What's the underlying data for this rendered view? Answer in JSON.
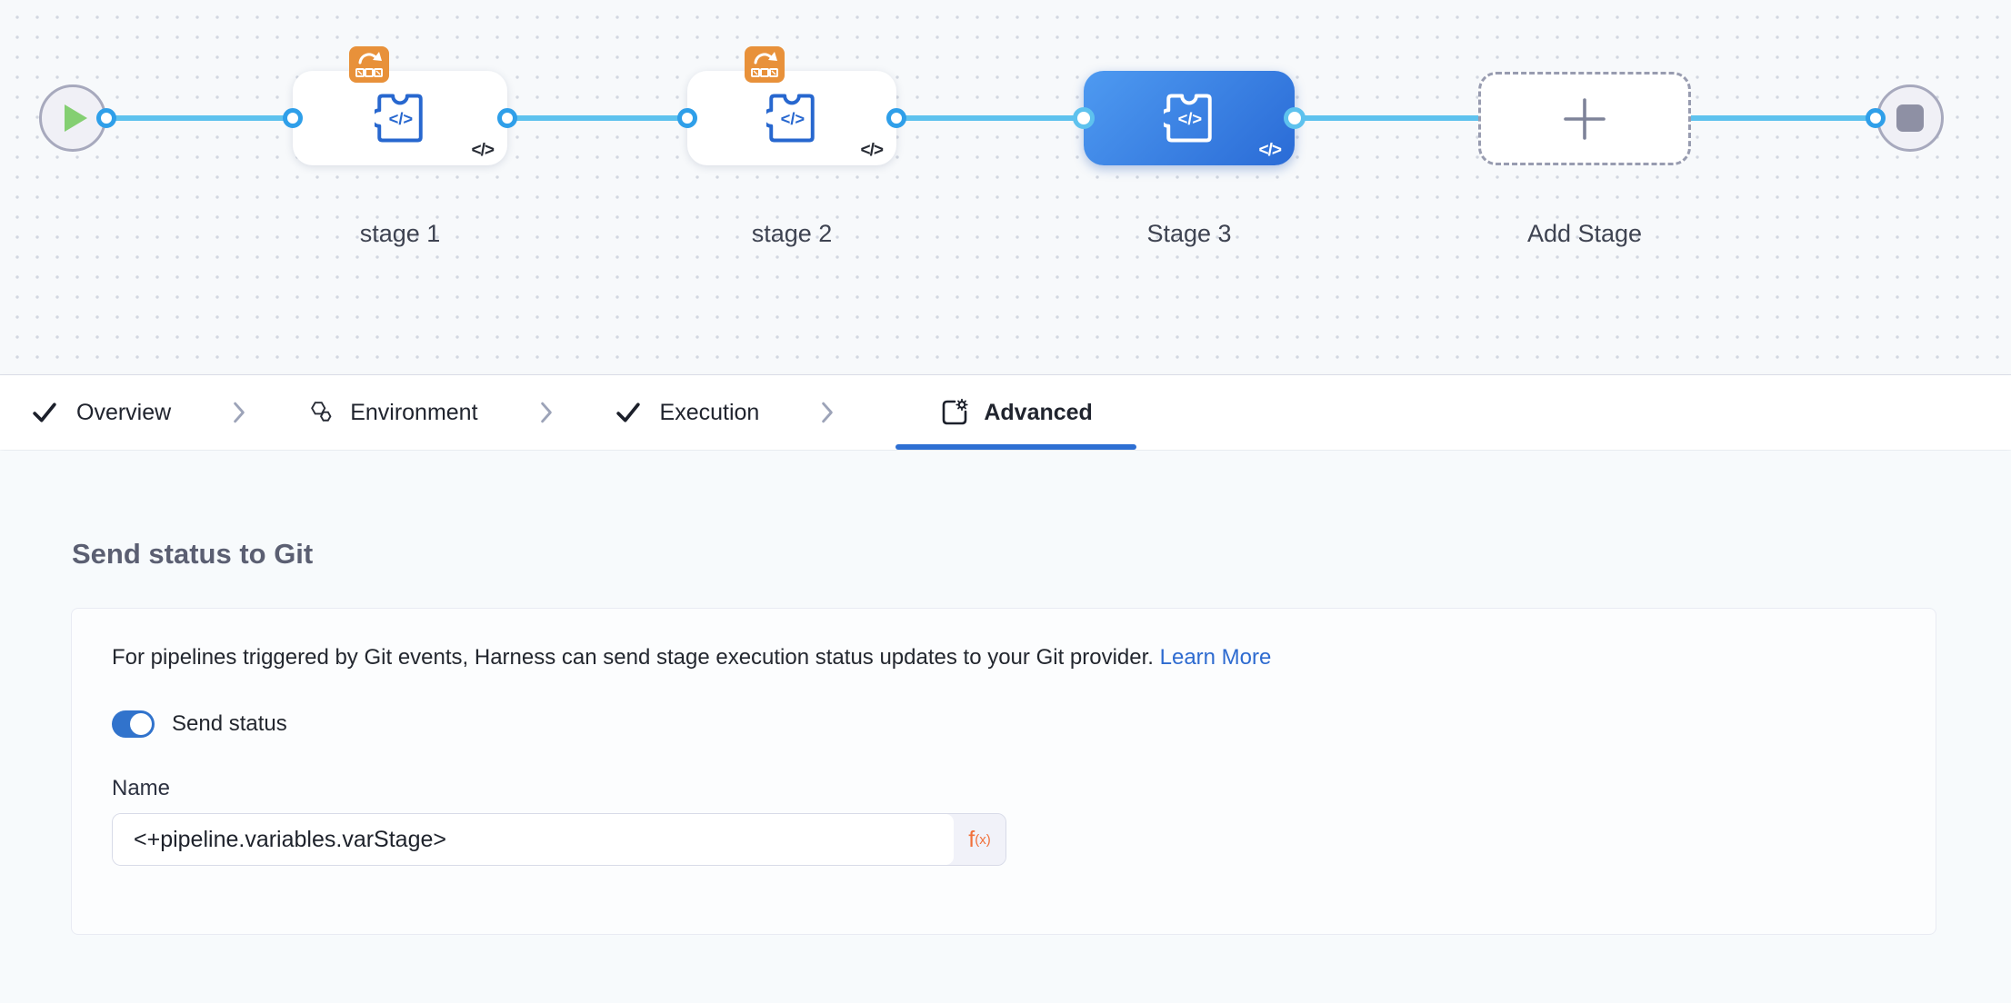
{
  "canvas": {
    "stage_labels": {
      "s1": "stage 1",
      "s2": "stage 2",
      "s3": "Stage 3",
      "add": "Add Stage"
    },
    "code_glyph": "</>",
    "icons": {
      "start": "play-icon",
      "end": "stop-icon",
      "stage_type": "custom-stage-puzzle-icon",
      "template_badge": "rollback-squares-icon",
      "add": "plus-icon"
    }
  },
  "tabs": {
    "items": [
      {
        "label": "Overview",
        "icon": "check-icon",
        "state": "done"
      },
      {
        "label": "Environment",
        "icon": "environment-icon",
        "state": "default"
      },
      {
        "label": "Execution",
        "icon": "check-icon",
        "state": "done"
      },
      {
        "label": "Advanced",
        "icon": "advanced-icon",
        "state": "active"
      }
    ],
    "separator_icon": "chevron-right-icon"
  },
  "panel": {
    "title": "Send status to Git",
    "description": "For pipelines triggered by Git events, Harness can send stage execution status updates to your Git provider.",
    "link_label": "Learn More",
    "toggle_label": "Send status",
    "toggle_on": true,
    "name_label": "Name",
    "name_value": "<+pipeline.variables.varStage>",
    "expression_button": {
      "f": "f",
      "sub": "(x)"
    }
  },
  "colors": {
    "accent_blue": "#2E6FD3",
    "edge_blue": "#5EC2EE",
    "port_ring_blue": "#2F9FE9",
    "selected_stage_gradient": [
      "#4E9AF1",
      "#2A6BD6"
    ],
    "stage_icon_blue": "#2767CF",
    "badge_orange": "#E8913A",
    "toggle_on_blue": "#3173CC",
    "expression_orange": "#F1703A",
    "link_blue": "#2E6BD0",
    "play_green": "#84CF72"
  }
}
